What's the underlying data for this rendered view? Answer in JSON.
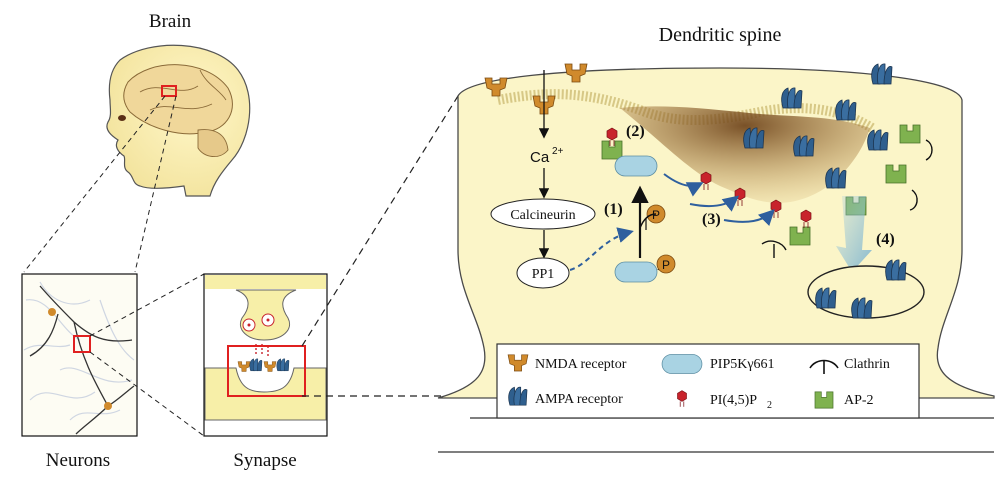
{
  "titles": {
    "brain": "Brain",
    "spine": "Dendritic spine",
    "neurons": "Neurons",
    "synapse": "Synapse"
  },
  "pathway": {
    "calcium_main": "Ca",
    "calcium_sup": "2+",
    "calcineurin": "Calcineurin",
    "pp1": "PP1",
    "phospho": "P",
    "step1": "(1)",
    "step2": "(2)",
    "step3": "(3)",
    "step4": "(4)"
  },
  "legend": {
    "nmda": "NMDA receptor",
    "ampa": "AMPA receptor",
    "pipk": "PIP5Kγ661",
    "pip2_main": "PI(4,5)P",
    "pip2_sub": "2",
    "clathrin": "Clathrin",
    "ap2": "AP-2"
  },
  "colors": {
    "nmda": "#d08a2c",
    "ampa": "#2f5f8e",
    "pipk": "#a9d3e3",
    "pip2": "#c8232c",
    "ap2": "#7fb24f",
    "spine_fill": "#fbf5c8",
    "highlight": "#e02020",
    "pathway_arrow": "#2e5f9e"
  }
}
